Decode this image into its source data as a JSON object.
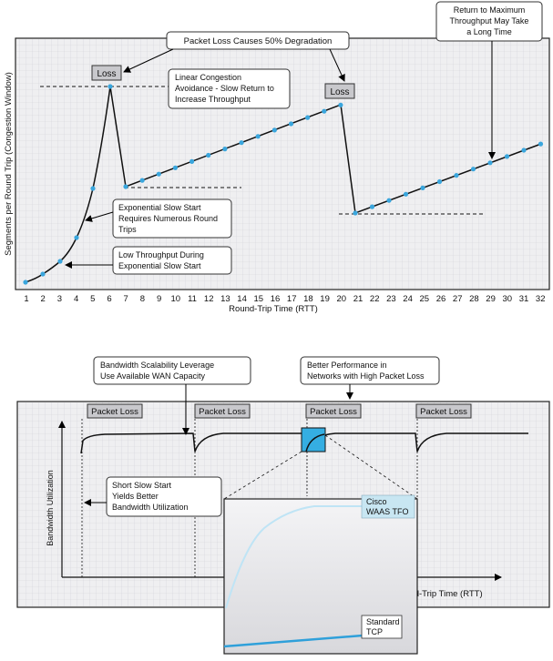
{
  "top_chart": {
    "y_axis_label": "Segments per Round Trip (Congestion Window)",
    "x_axis_label": "Round-Trip Time (RTT)",
    "x_ticks": [
      "1",
      "2",
      "3",
      "4",
      "5",
      "6",
      "7",
      "8",
      "9",
      "10",
      "11",
      "12",
      "13",
      "14",
      "15",
      "16",
      "17",
      "18",
      "19",
      "20",
      "21",
      "22",
      "23",
      "24",
      "25",
      "26",
      "27",
      "28",
      "29",
      "30",
      "31",
      "32"
    ],
    "loss_label_1": "Loss",
    "loss_label_2": "Loss",
    "callout_packet_loss": "Packet Loss Causes 50% Degradation",
    "callout_return_max": [
      "Return to Maximum",
      "Throughput May Take",
      "a Long Time"
    ],
    "callout_linear": [
      "Linear Congestion",
      "Avoidance - Slow Return to",
      "Increase Throughput"
    ],
    "callout_exponential": [
      "Exponential Slow Start",
      "Requires Numerous Round",
      "Trips"
    ],
    "callout_low_throughput": [
      "Low Throughput During",
      "Exponential Slow Start"
    ]
  },
  "bottom_chart": {
    "y_axis_label": "Bandwidth Utilization",
    "x_axis_label": "Round-Trip Time (RTT)",
    "packet_loss_labels": [
      "Packet Loss",
      "Packet Loss",
      "Packet Loss",
      "Packet Loss"
    ],
    "callout_bandwidth": [
      "Bandwidth Scalability Leverage",
      "Use Available WAN Capacity"
    ],
    "callout_better_perf": [
      "Better Performance in",
      "Networks with High Packet Loss"
    ],
    "callout_short_slow": [
      "Short Slow Start",
      "Yields Better",
      "Bandwidth Utilization"
    ],
    "cisco_label": [
      "Cisco",
      "WAAS TFO"
    ],
    "standard_label": [
      "Standard",
      "TCP"
    ]
  },
  "colors": {
    "panel_bg": "#efeff1",
    "grid": "#c9c9cf",
    "point": "#3aa6dd",
    "accent": "#2fa0da",
    "loss_box": "#c8c8cc"
  }
}
